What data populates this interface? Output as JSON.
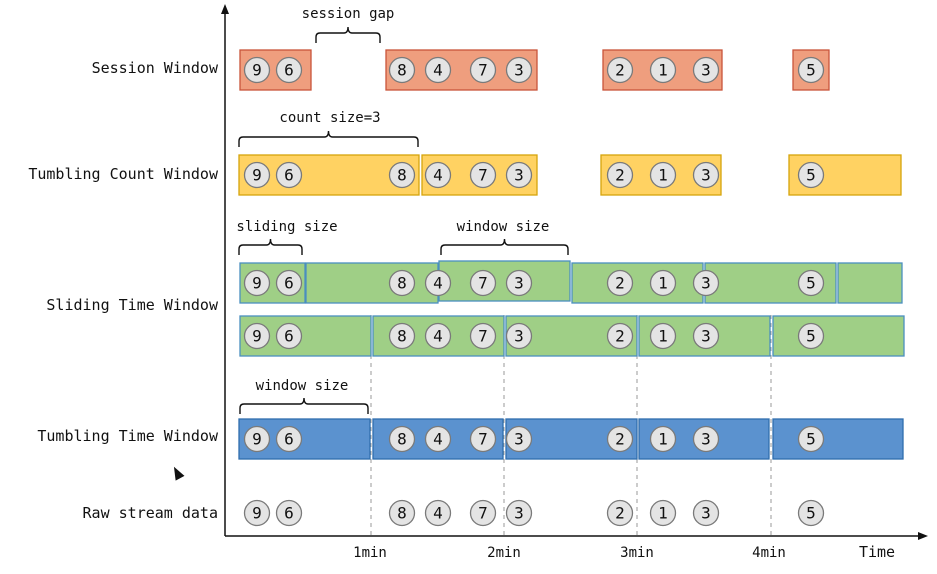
{
  "labels": {
    "session": "Session Window",
    "tumbling_count": "Tumbling Count Window",
    "sliding_time": "Sliding Time Window",
    "tumbling_time": "Tumbling Time Window",
    "raw": "Raw stream data"
  },
  "axis": {
    "ticks": [
      "1min",
      "2min",
      "3min",
      "4min"
    ],
    "title": "Time"
  },
  "annotations": {
    "session_gap": "session gap",
    "count_size": "count size=3",
    "sliding_size": "sliding size",
    "window_size_sliding": "window size",
    "window_size_tumbling": "window size"
  },
  "colors": {
    "session": "#ef9e7e",
    "count": "#ffd262",
    "sliding": "#9fcf86",
    "tumbling_time": "#5b92cf",
    "circle_fill": "#e4e4e4"
  },
  "raw_events": [
    "9",
    "6",
    "8",
    "4",
    "7",
    "3",
    "2",
    "1",
    "3",
    "5"
  ]
}
